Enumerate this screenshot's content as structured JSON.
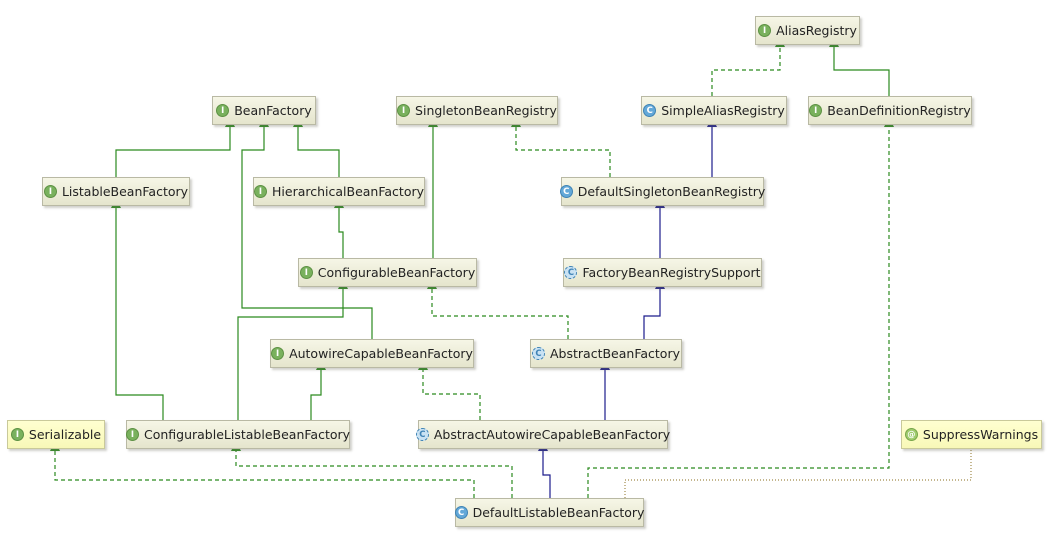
{
  "nodes": [
    {
      "id": "AliasRegistry",
      "label": "AliasRegistry",
      "kind": "interface",
      "badge": "I"
    },
    {
      "id": "BeanFactory",
      "label": "BeanFactory",
      "kind": "interface",
      "badge": "I"
    },
    {
      "id": "SingletonBeanRegistry",
      "label": "SingletonBeanRegistry",
      "kind": "interface",
      "badge": "I"
    },
    {
      "id": "SimpleAliasRegistry",
      "label": "SimpleAliasRegistry",
      "kind": "class",
      "badge": "C"
    },
    {
      "id": "BeanDefinitionRegistry",
      "label": "BeanDefinitionRegistry",
      "kind": "interface",
      "badge": "I"
    },
    {
      "id": "ListableBeanFactory",
      "label": "ListableBeanFactory",
      "kind": "interface",
      "badge": "I"
    },
    {
      "id": "HierarchicalBeanFactory",
      "label": "HierarchicalBeanFactory",
      "kind": "interface",
      "badge": "I"
    },
    {
      "id": "DefaultSingletonBeanRegistry",
      "label": "DefaultSingletonBeanRegistry",
      "kind": "class",
      "badge": "C"
    },
    {
      "id": "ConfigurableBeanFactory",
      "label": "ConfigurableBeanFactory",
      "kind": "interface",
      "badge": "I"
    },
    {
      "id": "FactoryBeanRegistrySupport",
      "label": "FactoryBeanRegistrySupport",
      "kind": "abstract",
      "badge": "C"
    },
    {
      "id": "AutowireCapableBeanFactory",
      "label": "AutowireCapableBeanFactory",
      "kind": "interface",
      "badge": "I"
    },
    {
      "id": "AbstractBeanFactory",
      "label": "AbstractBeanFactory",
      "kind": "abstract",
      "badge": "C"
    },
    {
      "id": "Serializable",
      "label": "Serializable",
      "kind": "interface",
      "badge": "I",
      "note": true
    },
    {
      "id": "ConfigurableListableBeanFactory",
      "label": "ConfigurableListableBeanFactory",
      "kind": "interface",
      "badge": "I"
    },
    {
      "id": "AbstractAutowireCapableBeanFactory",
      "label": "AbstractAutowireCapableBeanFactory",
      "kind": "abstract",
      "badge": "C"
    },
    {
      "id": "SuppressWarnings",
      "label": "SuppressWarnings",
      "kind": "annotation",
      "badge": "@",
      "note": true
    },
    {
      "id": "DefaultListableBeanFactory",
      "label": "DefaultListableBeanFactory",
      "kind": "class",
      "badge": "C"
    }
  ],
  "edges": [
    {
      "from": "SimpleAliasRegistry",
      "to": "AliasRegistry",
      "type": "implements"
    },
    {
      "from": "BeanDefinitionRegistry",
      "to": "AliasRegistry",
      "type": "extends-interface"
    },
    {
      "from": "ListableBeanFactory",
      "to": "BeanFactory",
      "type": "extends-interface"
    },
    {
      "from": "HierarchicalBeanFactory",
      "to": "BeanFactory",
      "type": "extends-interface"
    },
    {
      "from": "AutowireCapableBeanFactory",
      "to": "BeanFactory",
      "type": "extends-interface"
    },
    {
      "from": "DefaultSingletonBeanRegistry",
      "to": "SingletonBeanRegistry",
      "type": "implements"
    },
    {
      "from": "DefaultSingletonBeanRegistry",
      "to": "SimpleAliasRegistry",
      "type": "extends-class"
    },
    {
      "from": "ConfigurableBeanFactory",
      "to": "HierarchicalBeanFactory",
      "type": "extends-interface"
    },
    {
      "from": "ConfigurableBeanFactory",
      "to": "SingletonBeanRegistry",
      "type": "extends-interface"
    },
    {
      "from": "FactoryBeanRegistrySupport",
      "to": "DefaultSingletonBeanRegistry",
      "type": "extends-class"
    },
    {
      "from": "AbstractBeanFactory",
      "to": "FactoryBeanRegistrySupport",
      "type": "extends-class"
    },
    {
      "from": "AbstractBeanFactory",
      "to": "ConfigurableBeanFactory",
      "type": "implements"
    },
    {
      "from": "ConfigurableListableBeanFactory",
      "to": "ListableBeanFactory",
      "type": "extends-interface"
    },
    {
      "from": "ConfigurableListableBeanFactory",
      "to": "AutowireCapableBeanFactory",
      "type": "extends-interface"
    },
    {
      "from": "ConfigurableListableBeanFactory",
      "to": "ConfigurableBeanFactory",
      "type": "extends-interface"
    },
    {
      "from": "AbstractAutowireCapableBeanFactory",
      "to": "AbstractBeanFactory",
      "type": "extends-class"
    },
    {
      "from": "AbstractAutowireCapableBeanFactory",
      "to": "AutowireCapableBeanFactory",
      "type": "implements"
    },
    {
      "from": "DefaultListableBeanFactory",
      "to": "AbstractAutowireCapableBeanFactory",
      "type": "extends-class"
    },
    {
      "from": "DefaultListableBeanFactory",
      "to": "ConfigurableListableBeanFactory",
      "type": "implements"
    },
    {
      "from": "DefaultListableBeanFactory",
      "to": "BeanDefinitionRegistry",
      "type": "implements"
    },
    {
      "from": "DefaultListableBeanFactory",
      "to": "Serializable",
      "type": "implements"
    },
    {
      "from": "DefaultListableBeanFactory",
      "to": "SuppressWarnings",
      "type": "annotated-by"
    }
  ],
  "colors": {
    "interface_edge": "#2b8a1e",
    "class_edge": "#1c1c8c",
    "annotation_edge": "#a08a4a",
    "node_border": "#b9b9a4"
  }
}
